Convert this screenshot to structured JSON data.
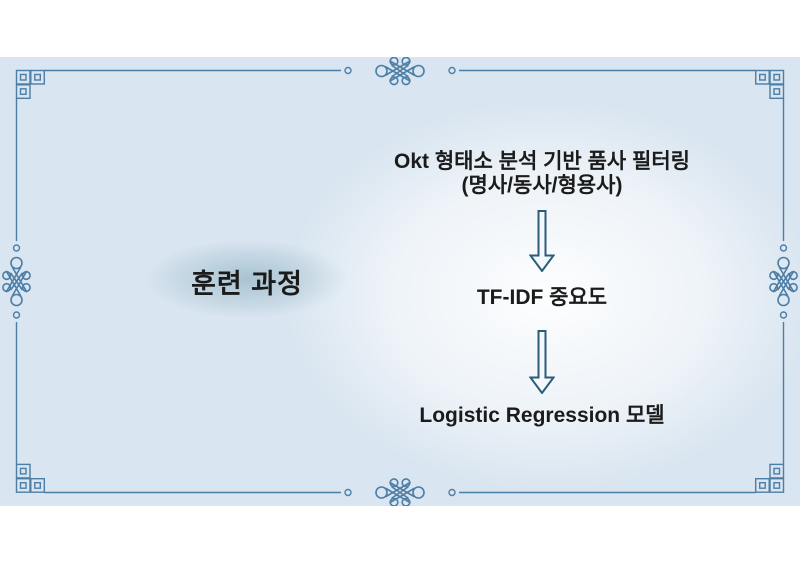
{
  "slide": {
    "title": "훈련 과정",
    "flow": {
      "steps": [
        {
          "label": "Okt 형태소 분석 기반 품사 필터링",
          "sublabel": "(명사/동사/형용사)"
        },
        {
          "label": "TF-IDF 중요도"
        },
        {
          "label": "Logistic Regression 모델"
        }
      ],
      "connector": "down-arrow"
    },
    "ornaments": {
      "border_style": "korean-knot-frame",
      "corner_motif": "triple-squares",
      "center_motif": "knot"
    },
    "colors": {
      "panel_background": "#d9e5f0",
      "frame_stroke": "#4d7ea6",
      "arrow_stroke": "#2b5d79",
      "text": "#1b1b1b",
      "center_glow": "#ffffff",
      "title_halo": "#94b5c5"
    }
  }
}
